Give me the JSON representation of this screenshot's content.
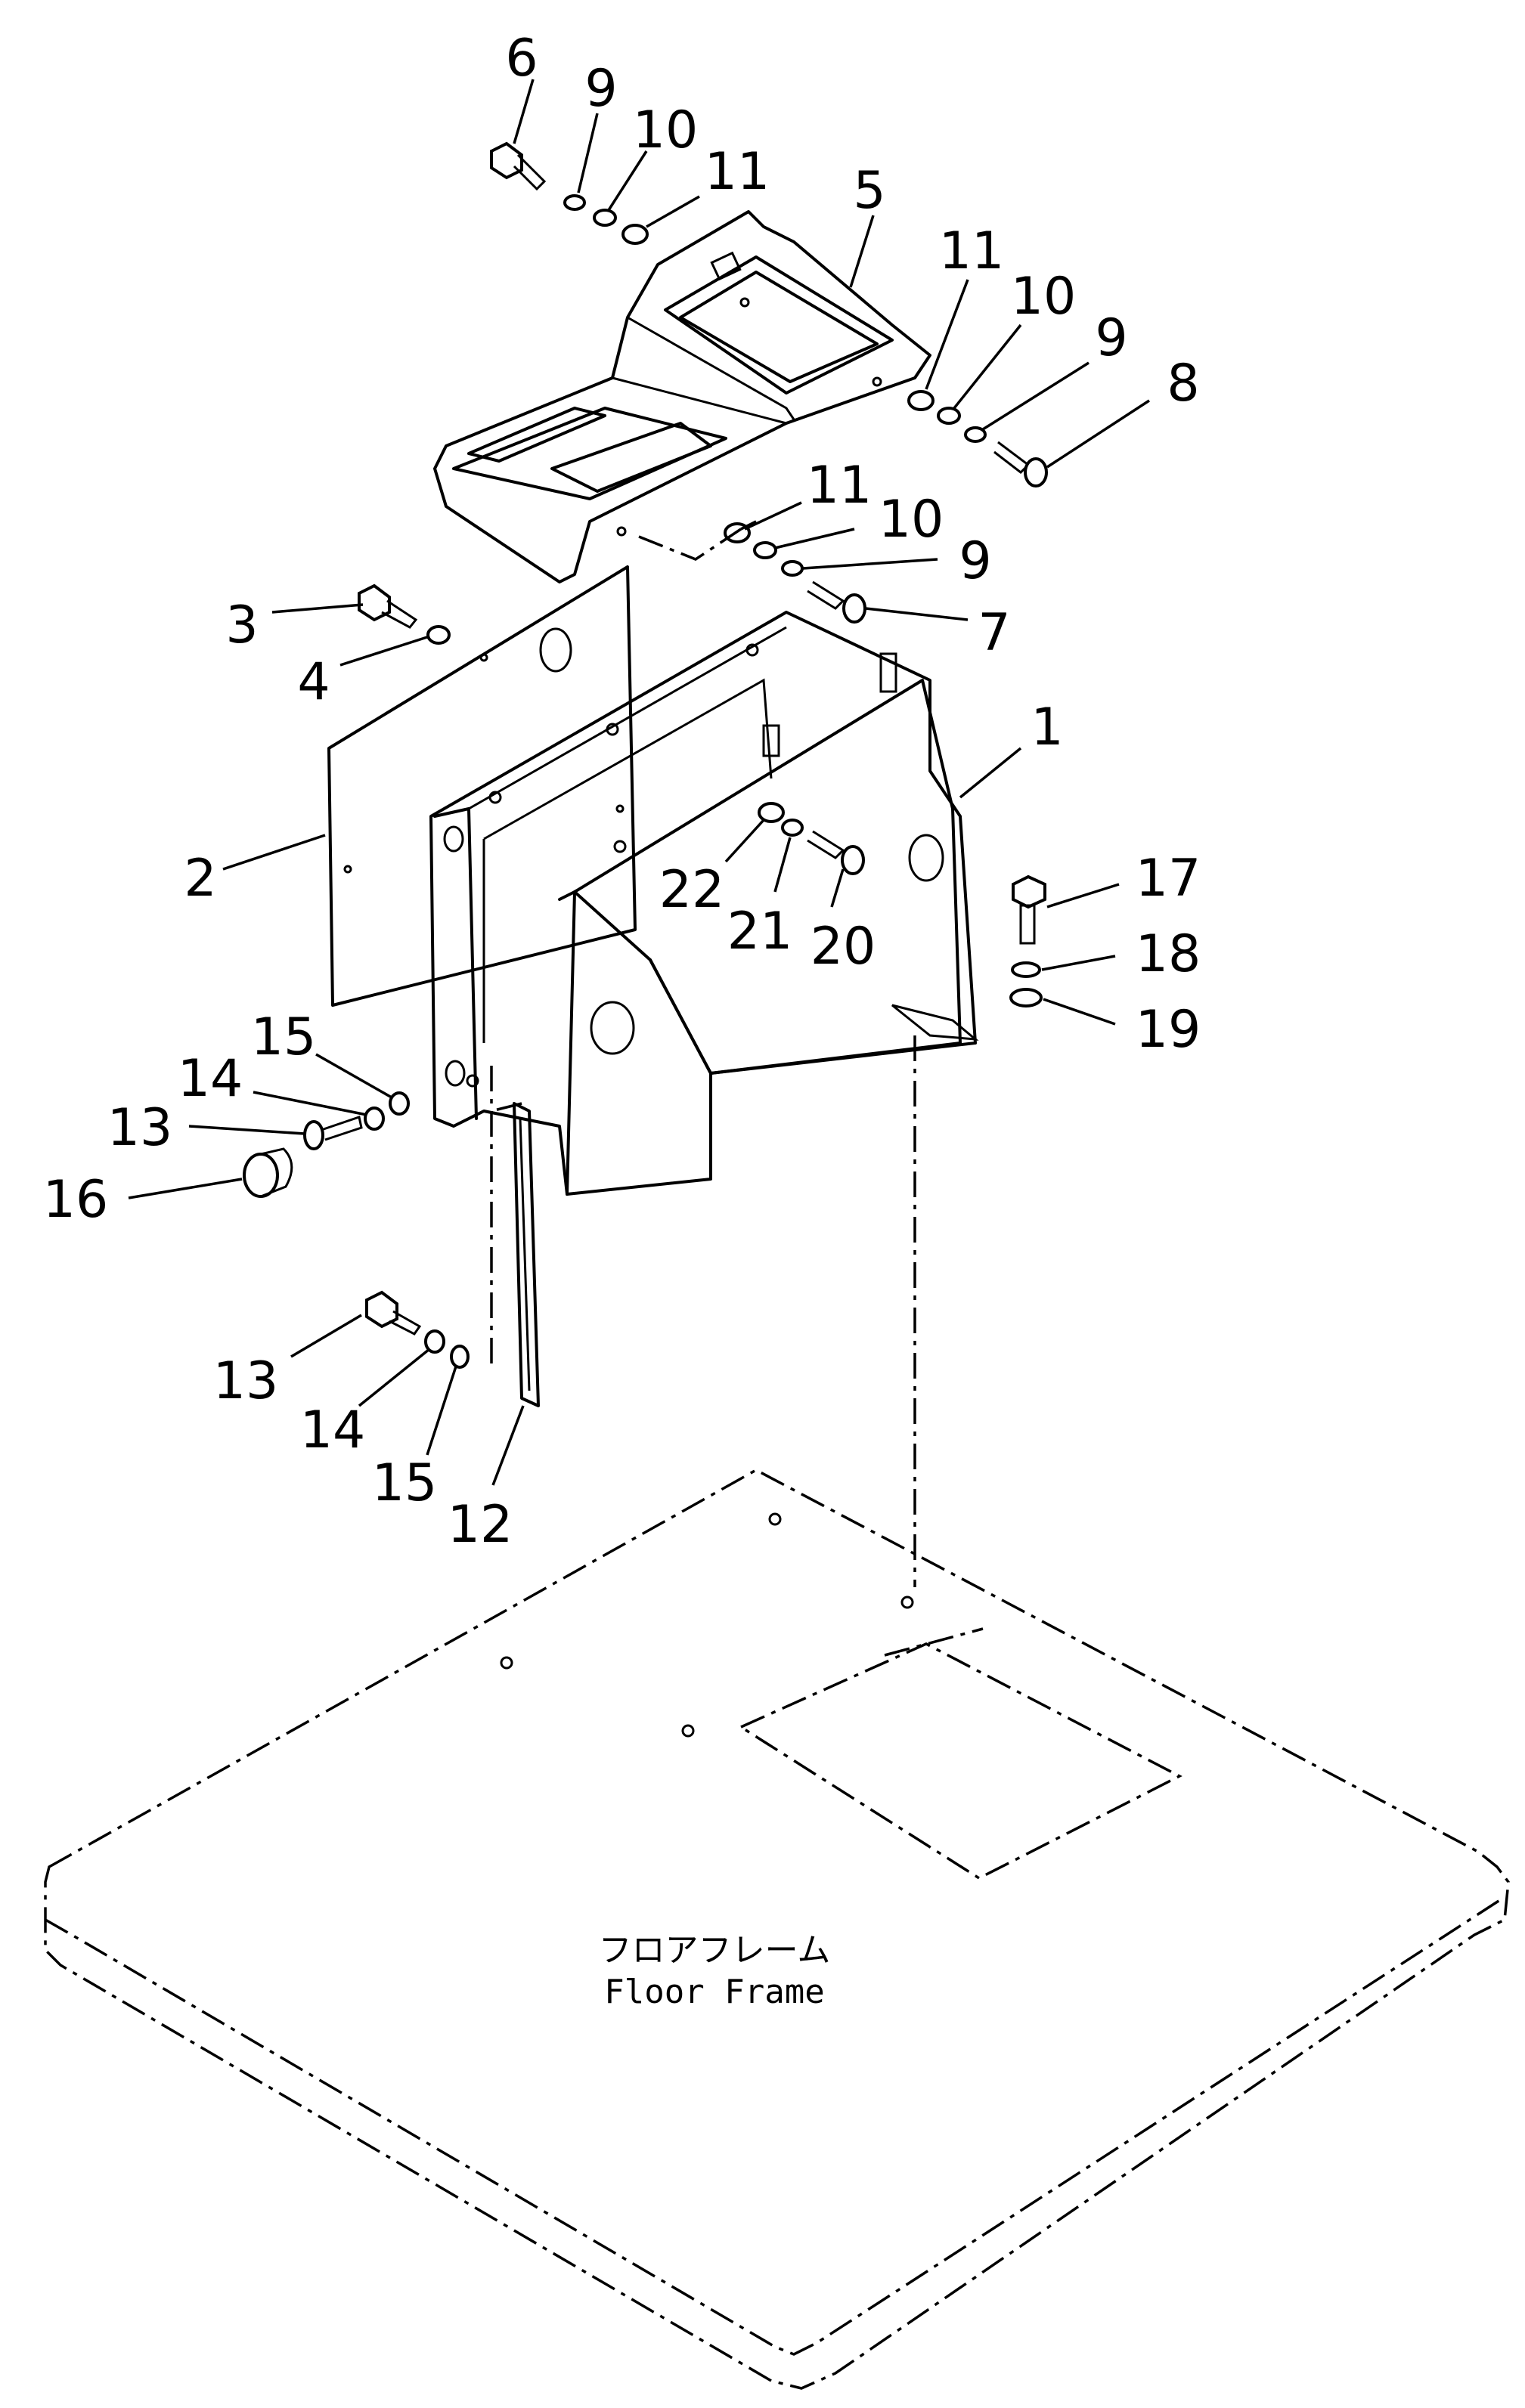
{
  "callouts": [
    {
      "text": "6"
    },
    {
      "text": "9"
    },
    {
      "text": "10"
    },
    {
      "text": "11"
    },
    {
      "text": "5"
    },
    {
      "text": "11"
    },
    {
      "text": "10"
    },
    {
      "text": "9"
    },
    {
      "text": "8"
    },
    {
      "text": "11"
    },
    {
      "text": "10"
    },
    {
      "text": "9"
    },
    {
      "text": "7"
    },
    {
      "text": "3"
    },
    {
      "text": "4"
    },
    {
      "text": "1"
    },
    {
      "text": "2"
    },
    {
      "text": "22"
    },
    {
      "text": "21"
    },
    {
      "text": "20"
    },
    {
      "text": "17"
    },
    {
      "text": "18"
    },
    {
      "text": "19"
    },
    {
      "text": "15"
    },
    {
      "text": "14"
    },
    {
      "text": "13"
    },
    {
      "text": "16"
    },
    {
      "text": "13"
    },
    {
      "text": "14"
    },
    {
      "text": "15"
    },
    {
      "text": "12"
    }
  ],
  "floor_frame": {
    "label_jp": "フロアフレーム",
    "label_en": "Floor Frame"
  }
}
